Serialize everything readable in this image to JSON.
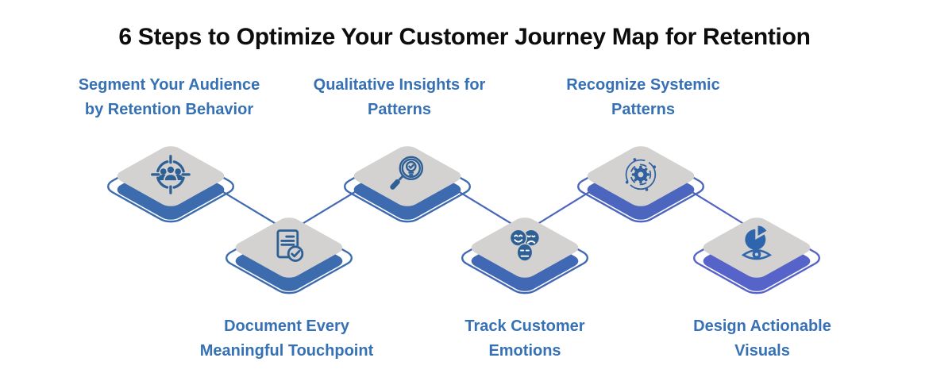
{
  "title": "6 Steps to Optimize Your Customer Journey Map for Retention",
  "colors": {
    "title_text": "#0d0d0d",
    "label_text": "#3671b5",
    "face_gray": "#d3d2d0",
    "background": "#ffffff",
    "line_gradient_start": "#3c6cae",
    "line_gradient_end": "#5663c8"
  },
  "steps": [
    {
      "lines": [
        "Segment Your Audience",
        "by Retention Behavior"
      ],
      "icon": "audience-target-icon",
      "accent": "#3c6cae",
      "icon_color": "#2e6096",
      "position": "top"
    },
    {
      "lines": [
        "Document Every",
        "Meaningful Touchpoint"
      ],
      "icon": "document-check-icon",
      "accent": "#3c6cae",
      "icon_color": "#2e6096",
      "position": "bottom"
    },
    {
      "lines": [
        "Qualitative Insights for",
        "Patterns"
      ],
      "icon": "magnifier-bulb-icon",
      "accent": "#3e6bb0",
      "icon_color": "#2e6096",
      "position": "top"
    },
    {
      "lines": [
        "Track Customer",
        "Emotions"
      ],
      "icon": "emotion-faces-icon",
      "accent": "#4168b4",
      "icon_color": "#2e6096",
      "position": "bottom"
    },
    {
      "lines": [
        "Recognize Systemic",
        "Patterns"
      ],
      "icon": "gear-system-icon",
      "accent": "#4c66bf",
      "icon_color": "#30609f",
      "position": "top"
    },
    {
      "lines": [
        "Design Actionable",
        "Visuals"
      ],
      "icon": "pie-chart-eye-icon",
      "accent": "#5663c8",
      "icon_color": "#2f65ad",
      "position": "bottom"
    }
  ]
}
